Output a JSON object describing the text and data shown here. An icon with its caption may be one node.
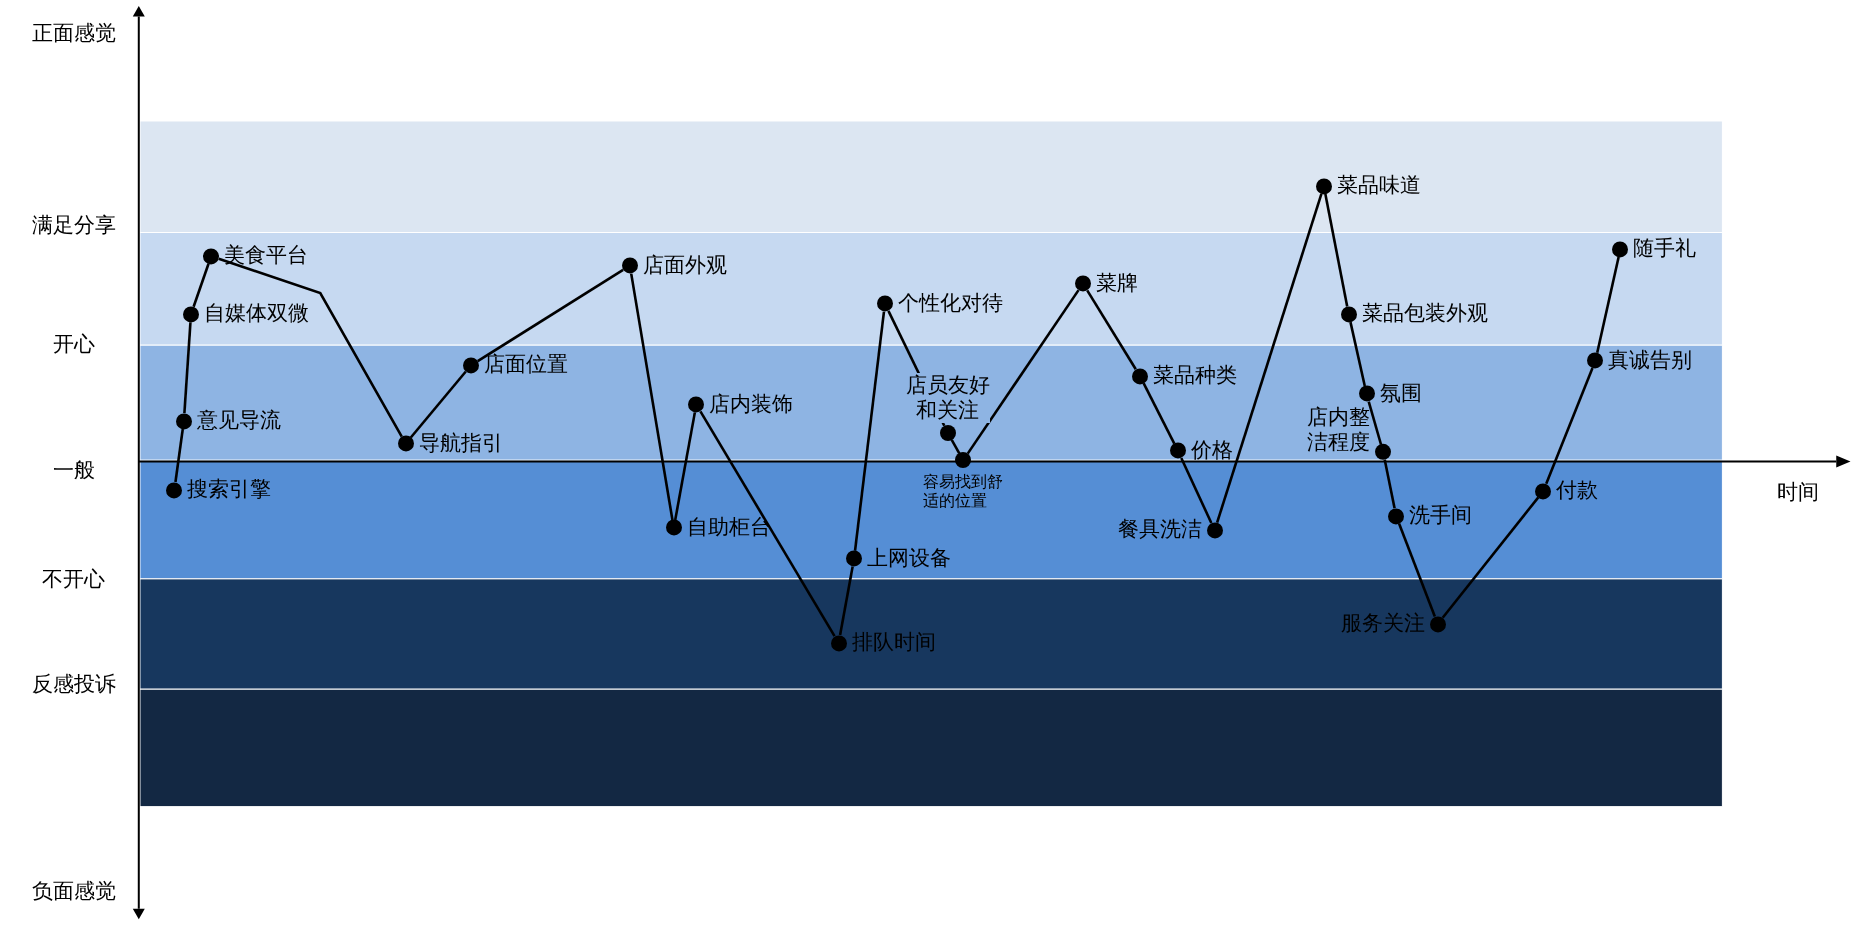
{
  "diagram": {
    "nodes": [
      {
        "text": [
          "搜索引擎"
        ]
      },
      {
        "text": [
          "意见导流"
        ]
      },
      {
        "text": [
          "自媒体双微"
        ]
      },
      {
        "text": [
          "美食平台"
        ]
      },
      {
        "text": [
          "导航指引"
        ]
      },
      {
        "text": [
          "店面位置"
        ]
      },
      {
        "text": [
          "店面外观"
        ]
      },
      {
        "text": [
          "自助柜台"
        ]
      },
      {
        "text": [
          "店内装饰"
        ]
      },
      {
        "text": [
          "排队时间"
        ]
      },
      {
        "text": [
          "上网设备"
        ]
      },
      {
        "text": [
          "个性化对待"
        ]
      },
      {
        "text": [
          "店员友好和关注"
        ]
      },
      {
        "text": [
          "容易找到舒适的位置"
        ]
      },
      {
        "text": [
          "菜牌"
        ]
      },
      {
        "text": [
          "菜品种类"
        ]
      },
      {
        "text": [
          "价格"
        ]
      },
      {
        "text": [
          "餐具洗洁"
        ]
      },
      {
        "text": [
          "菜品味道"
        ]
      },
      {
        "text": [
          "菜品包装外观"
        ]
      },
      {
        "text": [
          "氛围"
        ]
      },
      {
        "text": [
          "店内整洁程度"
        ]
      },
      {
        "text": [
          "洗手间"
        ]
      },
      {
        "text": [
          "服务关注"
        ]
      },
      {
        "text": [
          "付款"
        ]
      },
      {
        "text": [
          "真诚告别"
        ]
      },
      {
        "text": [
          "随手礼"
        ]
      }
    ],
    "edges": [
      {
        "from": 0,
        "to": 1,
        "arrow": "none"
      },
      {
        "from": 1,
        "to": 2,
        "arrow": "none"
      },
      {
        "from": 2,
        "to": 3,
        "arrow": "none"
      },
      {
        "from": 3,
        "to": 4,
        "arrow": "none"
      },
      {
        "from": 4,
        "to": 5,
        "arrow": "none"
      },
      {
        "from": 5,
        "to": 6,
        "arrow": "none"
      },
      {
        "from": 6,
        "to": 7,
        "arrow": "none"
      },
      {
        "from": 7,
        "to": 8,
        "arrow": "none"
      },
      {
        "from": 8,
        "to": 9,
        "arrow": "none"
      },
      {
        "from": 9,
        "to": 10,
        "arrow": "none"
      },
      {
        "from": 10,
        "to": 11,
        "arrow": "none"
      },
      {
        "from": 11,
        "to": 12,
        "arrow": "none"
      },
      {
        "from": 12,
        "to": 13,
        "arrow": "none"
      },
      {
        "from": 13,
        "to": 14,
        "arrow": "none"
      },
      {
        "from": 14,
        "to": 15,
        "arrow": "none"
      },
      {
        "from": 15,
        "to": 16,
        "arrow": "none"
      },
      {
        "from": 16,
        "to": 17,
        "arrow": "none"
      },
      {
        "from": 17,
        "to": 18,
        "arrow": "none"
      },
      {
        "from": 18,
        "to": 19,
        "arrow": "none"
      },
      {
        "from": 19,
        "to": 20,
        "arrow": "none"
      },
      {
        "from": 20,
        "to": 21,
        "arrow": "none"
      },
      {
        "from": 21,
        "to": 22,
        "arrow": "none"
      },
      {
        "from": 22,
        "to": 23,
        "arrow": "none"
      },
      {
        "from": 23,
        "to": 24,
        "arrow": "none"
      },
      {
        "from": 24,
        "to": 25,
        "arrow": "none"
      },
      {
        "from": 25,
        "to": 26,
        "arrow": "none"
      }
    ],
    "labels": [
      "正面感觉",
      "满足分享",
      "开心",
      "一般",
      "不开心",
      "反感投诉",
      "负面感觉",
      "时间"
    ]
  }
}
